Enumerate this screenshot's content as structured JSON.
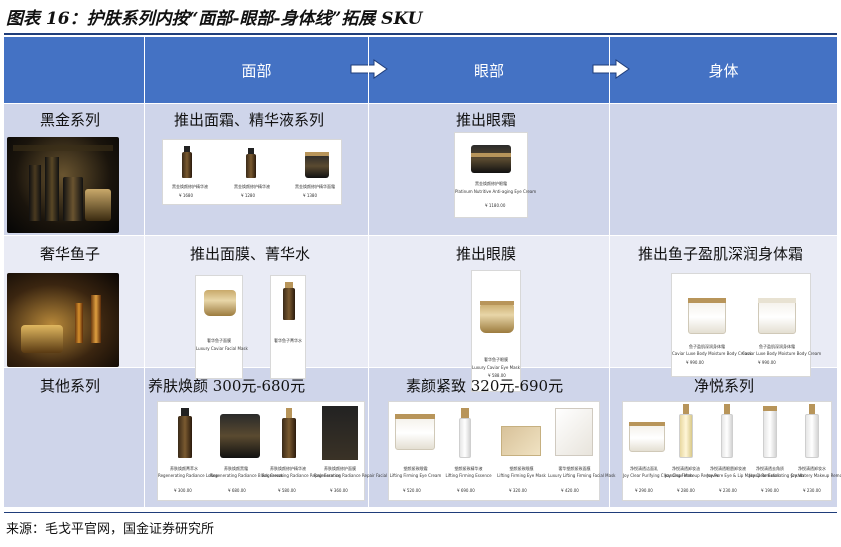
{
  "figure": {
    "title": "图表 16：护肤系列内按“面部-眼部-身体线”拓展 SKU"
  },
  "header": {
    "face": "面部",
    "eye": "眼部",
    "body": "身体"
  },
  "rows": {
    "black_gold": {
      "name": "黑金系列",
      "face_label": "推出面霜、精华液系列",
      "eye_label": "推出眼霜"
    },
    "caviar": {
      "name": "奢华鱼子",
      "face_label": "推出面膜、菁华水",
      "eye_label": "推出眼膜",
      "body_label": "推出鱼子盈肌深润身体霜"
    },
    "other": {
      "name": "其他系列",
      "face_label": "养肤焕颜  300元-680元",
      "eye_label": "素颜紧致  320元-690元",
      "body_label": "净悦系列"
    }
  },
  "products": {
    "bg_face": [
      {
        "name": "黑金焕颜修护精华液",
        "price": "¥ 1680"
      },
      {
        "name": "黑金焕颜修护精华液",
        "price": "¥ 1280"
      },
      {
        "name": "黑金焕颜修护精华面霜",
        "price": "¥ 1380"
      }
    ],
    "bg_eye": [
      {
        "name": "黑金焕颜修护眼霜",
        "sub": "Platinum Nutritive Anti-aging Eye Cream",
        "price": "¥ 1180.00"
      }
    ],
    "cv_face": [
      {
        "name": "奢华鱼子面膜",
        "sub": "Luxury Caviar Facial Mask",
        "price": ""
      },
      {
        "name": "奢华鱼子菁华水",
        "sub": "",
        "price": ""
      }
    ],
    "cv_eye": [
      {
        "name": "奢华鱼子眼膜",
        "sub": "Luxury Caviar Eye Mask",
        "price": "¥ 588.00"
      }
    ],
    "cv_body": [
      {
        "name": "鱼子盈肌深润身体霜",
        "sub": "Caviar Luxe Body Moisture Body Cream",
        "price": "¥ 990.00"
      },
      {
        "name": "鱼子盈肌深润身体霜",
        "sub": "Caviar Luxe Body Moisture Body Cream",
        "price": "¥ 990.00"
      }
    ],
    "ot_face": [
      {
        "name": "养肤焕颜菁萃水",
        "sub": "Regenerating Radiance Lotion",
        "price": "¥ 300.00"
      },
      {
        "name": "养肤焕颜黑霜",
        "sub": "Regenerating Radiance Black Cream",
        "price": "¥ 680.00"
      },
      {
        "name": "养肤焕颜修护精华液",
        "sub": "Regenerating Radiance Repair Essence",
        "price": "¥ 580.00"
      },
      {
        "name": "养肤焕颜修护面膜",
        "sub": "Regenerating Radiance Repair Facial Mask",
        "price": "¥ 360.00"
      }
    ],
    "ot_eye": [
      {
        "name": "塑颜紧致眼霜",
        "sub": "Lifting Firming Eye Cream",
        "price": "¥ 520.00"
      },
      {
        "name": "塑颜紧致精华液",
        "sub": "Lifting Firming Essence",
        "price": "¥ 690.00"
      },
      {
        "name": "塑颜紧致眼膜",
        "sub": "Lifting Firming Eye Mask",
        "price": "¥ 320.00"
      },
      {
        "name": "奢华塑颜紧致面膜",
        "sub": "Luxury Lifting Firming Facial Mask",
        "price": "¥ 420.00"
      }
    ],
    "ot_body": [
      {
        "name": "净悦清透洁面乳",
        "sub": "Joy Clear Purifying Cleansing Foam",
        "price": "¥ 290.00"
      },
      {
        "name": "净悦清透卸妆油",
        "sub": "Joy Clear Makeup Remover",
        "price": "¥ 280.00"
      },
      {
        "name": "净悦清透眼唇卸妆液",
        "sub": "Joy Pure Eye & Lip Makeup Remover",
        "price": "¥ 230.00"
      },
      {
        "name": "净悦清透去角质",
        "sub": "Joy Clear Exfoliating Cream",
        "price": "¥ 190.00"
      },
      {
        "name": "净悦清透卸妆水",
        "sub": "Joy Watery Makeup Remover",
        "price": "¥ 230.00"
      }
    ]
  },
  "source": "来源：毛戈平官网，国金证券研究所",
  "colors": {
    "header": "#4472c4",
    "row_dark": "#cfd5ea",
    "row_light": "#e9ebf5",
    "arrow": "#4472c4"
  }
}
